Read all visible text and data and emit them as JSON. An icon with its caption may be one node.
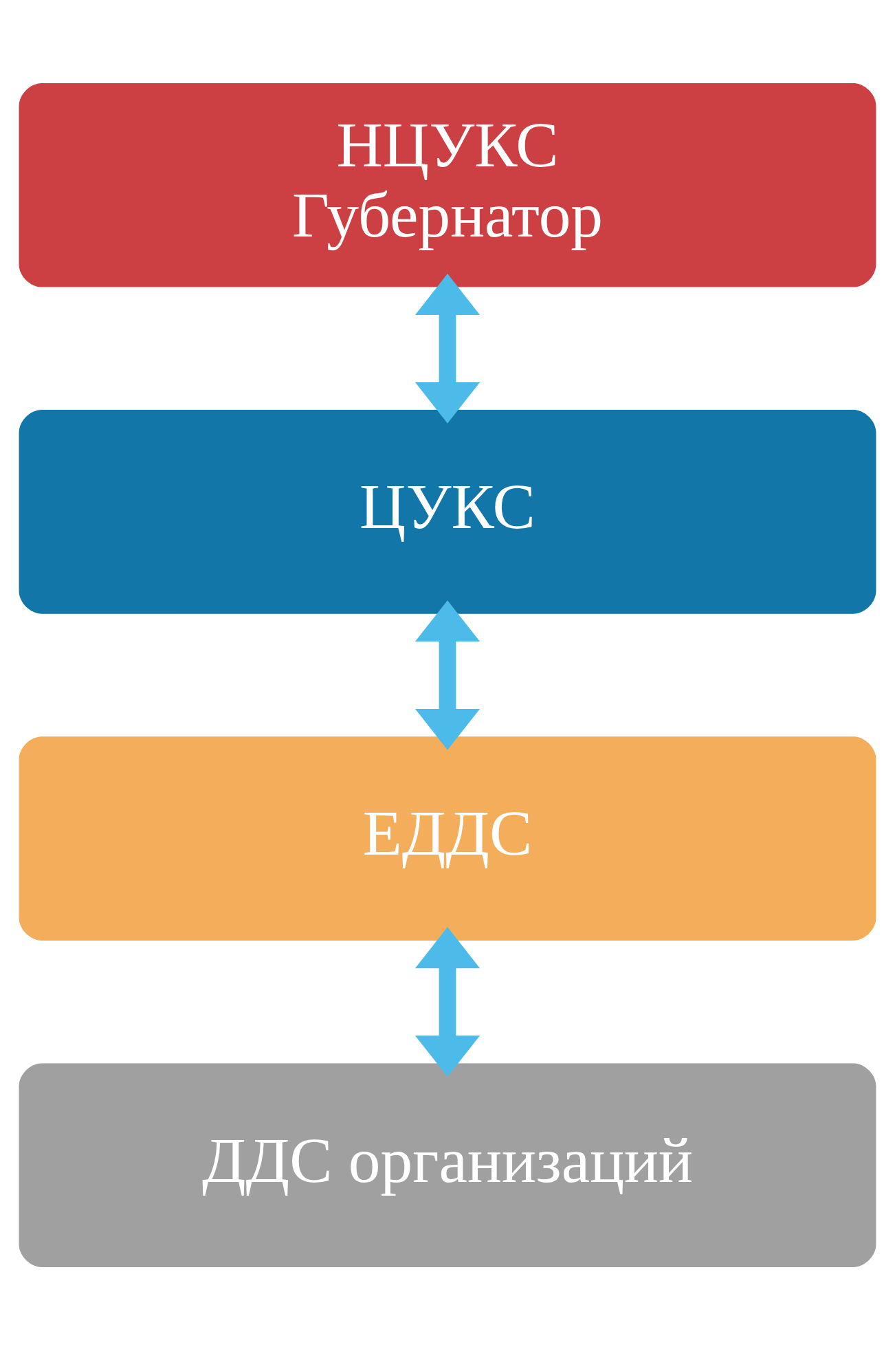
{
  "diagram": {
    "nodes": [
      {
        "text": [
          "НЦУКС Губернатор"
        ]
      },
      {
        "text": [
          "ЦУКС"
        ]
      },
      {
        "text": [
          "ЕДДС"
        ]
      },
      {
        "text": [
          "ДДС организаций"
        ]
      }
    ],
    "edges": [
      {
        "from": 0,
        "to": 1,
        "arrow": "both"
      },
      {
        "from": 1,
        "to": 2,
        "arrow": "both"
      },
      {
        "from": 2,
        "to": 3,
        "arrow": "both"
      }
    ]
  }
}
